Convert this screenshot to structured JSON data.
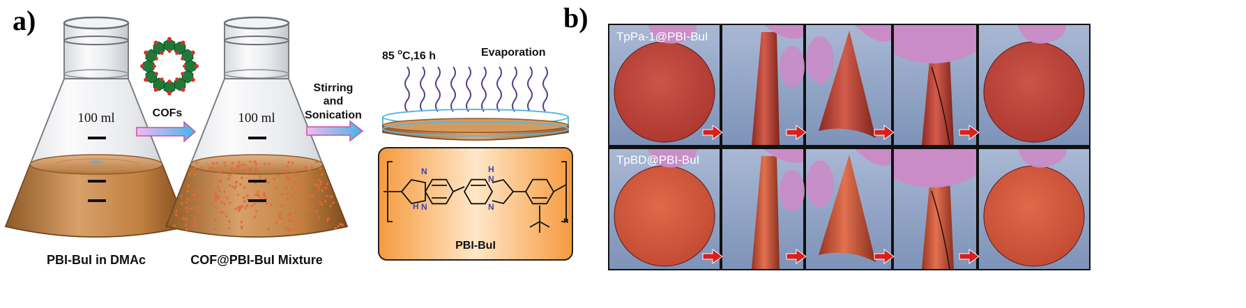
{
  "panel_a": {
    "letter": "a)",
    "flask1": {
      "volume": "100 ml",
      "caption": "PBI-BuI in DMAc"
    },
    "arrow1_label": "COFs",
    "flask2": {
      "volume": "100 ml",
      "caption": "COF@PBI-BuI Mixture"
    },
    "arrow2_label": {
      "line1": "Stirring",
      "line2": "and",
      "line3": "Sonication"
    },
    "dish": {
      "condition": "85 °C,16 h",
      "condition_temp": "85 ",
      "condition_deg": "o",
      "condition_rest": "C,16 h",
      "process": "Evaporation"
    },
    "structure": {
      "name": "PBI-BuI",
      "atom_n": "N",
      "atom_h": "H",
      "subscript": "n"
    }
  },
  "panel_b": {
    "letter": "b)",
    "rows": [
      {
        "label": "TpPa-1@PBI-BuI"
      },
      {
        "label": "TpBD@PBI-BuI"
      }
    ]
  },
  "colors": {
    "liquid": "#c8894a",
    "membrane_row1": "#c1473c",
    "membrane_row2": "#d0563a",
    "photo_bg": "#8da3c6",
    "glove": "#c98cc6",
    "arrow_red": "#d9201b",
    "structure_box": "#f7a04c",
    "cof_green": "#1f7a3a",
    "cof_red": "#d8312b"
  }
}
